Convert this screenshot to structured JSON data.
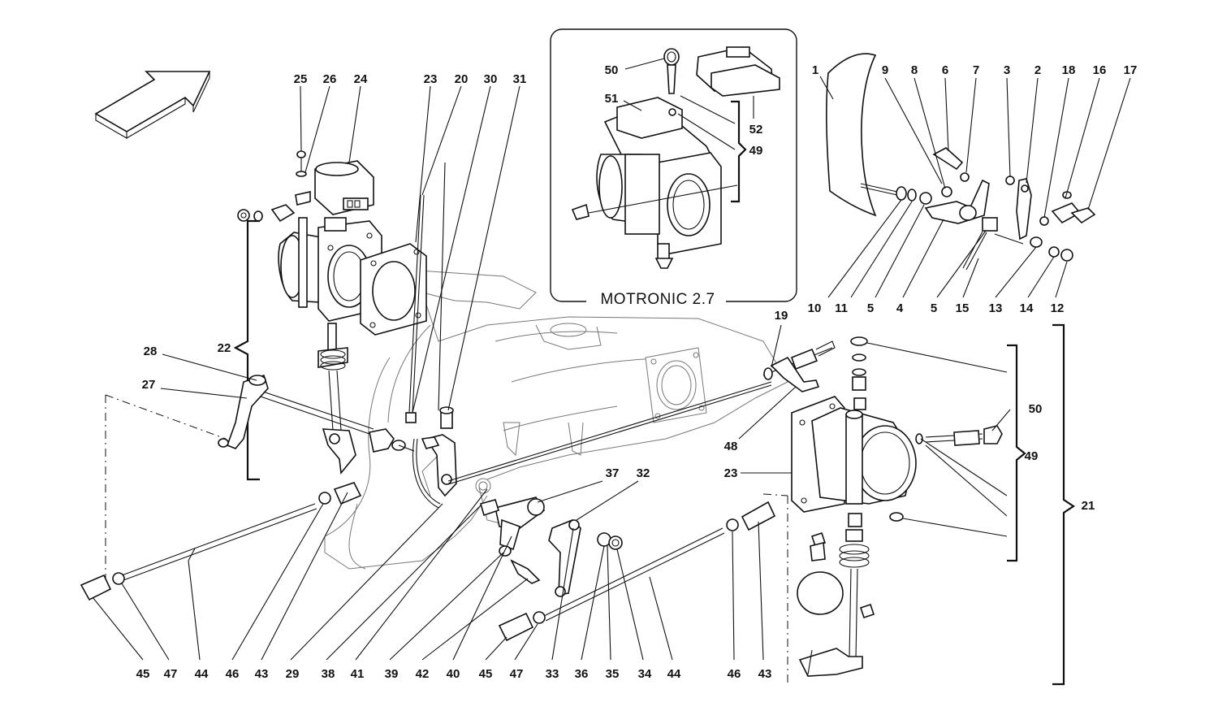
{
  "diagram": {
    "inset_title": "MOTRONIC 2.7",
    "callouts": [
      "25",
      "26",
      "24",
      "23",
      "20",
      "30",
      "31",
      "50",
      "51",
      "52",
      "49",
      "1",
      "9",
      "8",
      "6",
      "7",
      "3",
      "2",
      "18",
      "16",
      "17",
      "10",
      "11",
      "5",
      "4",
      "5",
      "15",
      "13",
      "14",
      "12",
      "19",
      "28",
      "22",
      "27",
      "48",
      "23",
      "50",
      "49",
      "21",
      "37",
      "32",
      "45",
      "47",
      "44",
      "46",
      "43",
      "29",
      "38",
      "41",
      "39",
      "42",
      "40",
      "45",
      "47",
      "33",
      "36",
      "35",
      "34",
      "44",
      "46",
      "43"
    ]
  }
}
